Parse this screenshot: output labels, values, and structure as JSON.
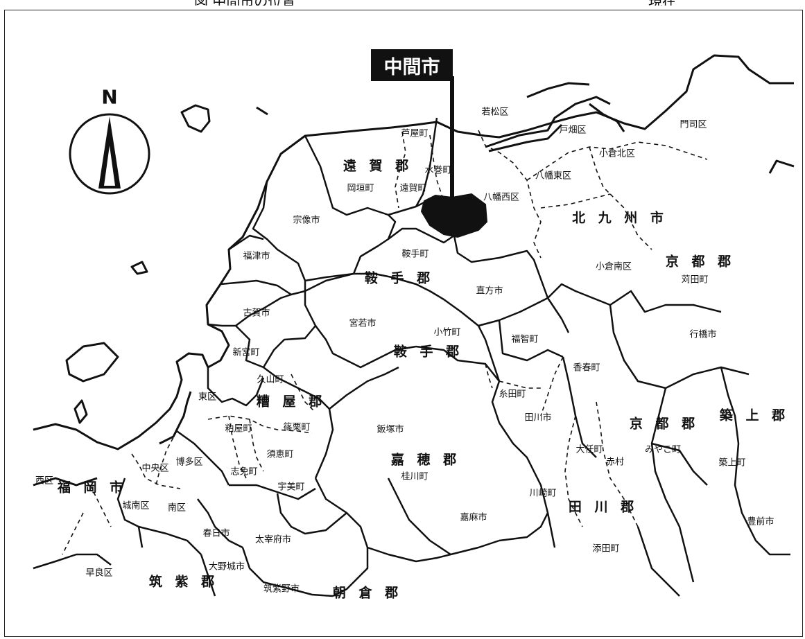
{
  "header": {
    "figure_title": "図 中間市の位置",
    "right_label": "現在"
  },
  "compass": {
    "north_label": "N"
  },
  "highlight": {
    "label": "中間市",
    "color": "#111111"
  },
  "labels": {
    "wakamatsu_ku": "若松区",
    "tobata_ku": "戸畑区",
    "moji_ku": "門司区",
    "kokura_kita_ku": "小倉北区",
    "yahata_higashi_ku": "八幡東区",
    "yahata_nishi_ku": "八幡西区",
    "kitakyushu_shi": "北 九 州 市",
    "kokura_minami_ku": "小倉南区",
    "miyako_gun_n": "京 都 郡",
    "kanda_machi": "苅田町",
    "ashiya_machi": "芦屋町",
    "onga_gun": "遠 賀 郡",
    "mizumaki_machi": "水巻町",
    "okagaki_machi": "岡垣町",
    "onga_machi": "遠賀町",
    "munakata_shi": "宗像市",
    "kurate_machi": "鞍手町",
    "fukutsu_shi": "福津市",
    "kurate_gun": "鞍 手 郡",
    "nogata_shi": "直方市",
    "koga_shi": "古賀市",
    "miyawaka_shi": "宮若市",
    "kotake_machi": "小竹町",
    "kurate_gun_2": "鞍 手 郡",
    "fukuchi_machi": "福智町",
    "yukuhashi_shi": "行橋市",
    "shingu_machi": "新宮町",
    "kosuga_machi": "香春町",
    "hisayama_machi": "久山町",
    "higashi_ku": "東区",
    "kasuya_gun": "糟 屋 郡",
    "itoda_machi": "糸田町",
    "chikujo_gun": "築 上 郡",
    "tagawa_shi": "田川市",
    "kasuya_machi": "粕屋町",
    "sasaguri_machi": "篠栗町",
    "iizuka_shi": "飯塚市",
    "miyako_gun_s": "京 都 郡",
    "sue_machi": "須恵町",
    "otou_machi": "大任町",
    "miyako_machi": "みやこ町",
    "chikujo_machi": "築上町",
    "chuo_ku": "中央区",
    "hakata_ku": "博多区",
    "kaho_gun": "嘉 穂 郡",
    "akamura": "赤村",
    "nishi_ku": "西区",
    "fukuoka_shi": "福 岡 市",
    "shime_machi": "志免町",
    "keisen_machi": "桂川町",
    "jonan_ku": "城南区",
    "minami_ku": "南区",
    "umi_machi": "宇美町",
    "kawasaki_machi": "川崎町",
    "tagawa_gun": "田 川 郡",
    "kama_shi": "嘉麻市",
    "kasuga_shi": "春日市",
    "buzen_shi": "豊前市",
    "dazaifu_shi": "太宰府市",
    "soeda_machi": "添田町",
    "sawara_ku": "早良区",
    "onojo_shi": "大野城市",
    "chikushi_gun": "筑 紫 郡",
    "chikushino_shi": "筑紫野市",
    "asakura_gun": "朝 倉 郡"
  }
}
